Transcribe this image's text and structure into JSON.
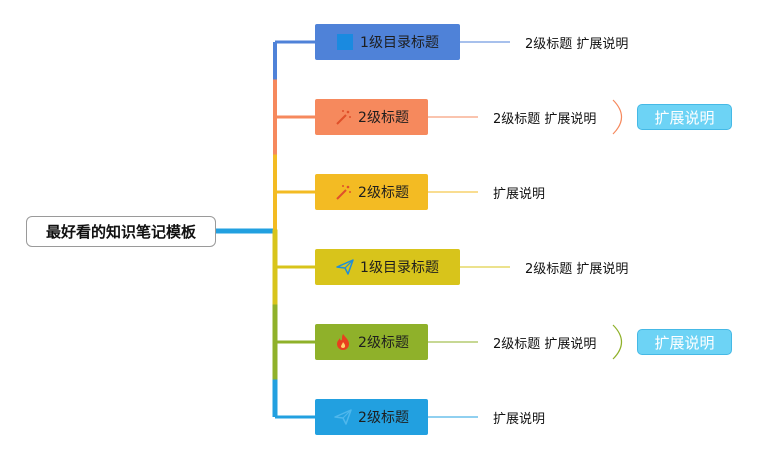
{
  "root": {
    "label": "最好看的知识笔记模板"
  },
  "branches": [
    {
      "label": "1级目录标题",
      "color": "#4f82d8",
      "icon": "square-icon",
      "icon_color": "#1a8ae0",
      "detail": "2级标题 扩展说明",
      "extension": null
    },
    {
      "label": "2级标题",
      "color": "#f6895d",
      "icon": "magic-wand-icon",
      "icon_color": "#e0502a",
      "detail": "2级标题 扩展说明",
      "extension": "扩展说明"
    },
    {
      "label": "2级标题",
      "color": "#f3bb23",
      "icon": "magic-wand-icon",
      "icon_color": "#e0502a",
      "detail": "扩展说明",
      "extension": null
    },
    {
      "label": "1级目录标题",
      "color": "#d8c41b",
      "icon": "paper-plane-icon",
      "icon_color": "#1f8ed8",
      "detail": "2级标题 扩展说明",
      "extension": null
    },
    {
      "label": "2级标题",
      "color": "#8fb12a",
      "icon": "flame-icon",
      "icon_color": "#e8401e",
      "detail": "2级标题 扩展说明",
      "extension": "扩展说明"
    },
    {
      "label": "2级标题",
      "color": "#22a0e0",
      "icon": "paper-plane-icon",
      "icon_color": "#4fb7ec",
      "detail": "扩展说明",
      "extension": null
    }
  ]
}
